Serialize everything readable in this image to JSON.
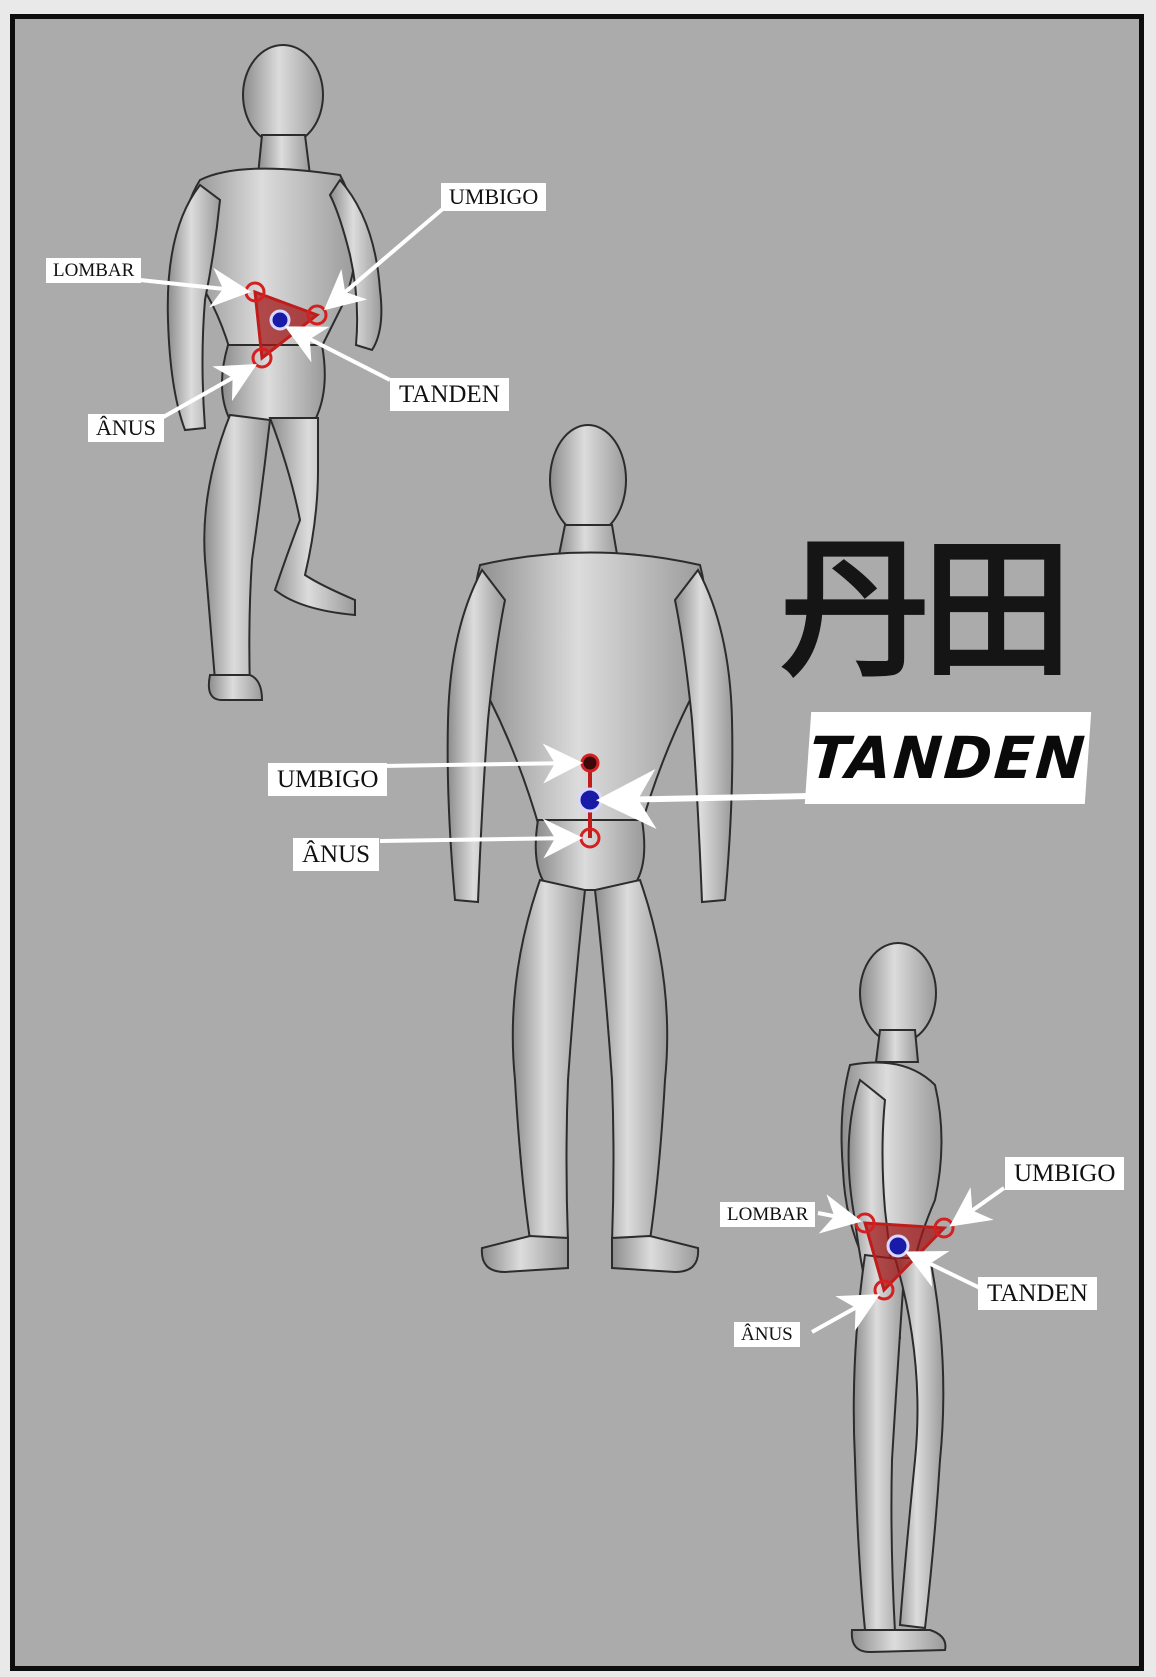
{
  "kanji": "丹田",
  "title": "TANDEN",
  "figure_top_left": {
    "labels": {
      "lombar": "LOMBAR",
      "umbigo": "UMBIGO",
      "anus": "ÂNUS",
      "tanden": "TANDEN"
    }
  },
  "figure_front": {
    "labels": {
      "umbigo": "UMBIGO",
      "anus": "ÂNUS"
    }
  },
  "figure_side": {
    "labels": {
      "lombar": "LOMBAR",
      "umbigo": "UMBIGO",
      "anus": "ÂNUS",
      "tanden": "TANDEN"
    }
  },
  "colors": {
    "background": "#ababab",
    "marker_ring": "#d42020",
    "center_dot": "#1a1aa8",
    "triangle": "#a01818"
  }
}
